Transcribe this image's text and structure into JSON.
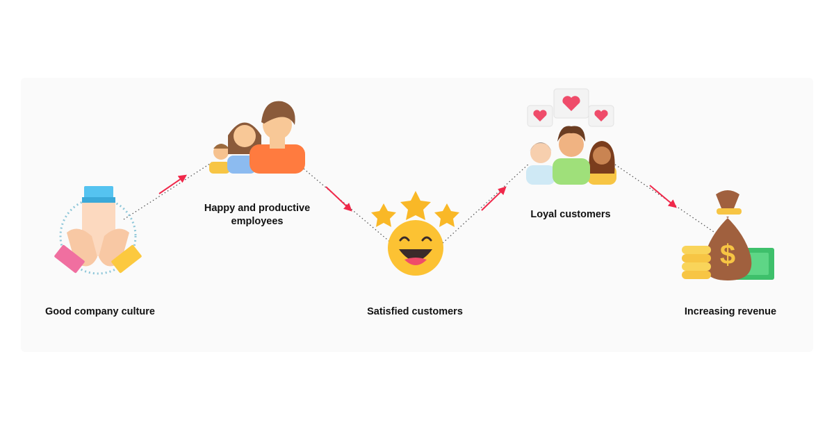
{
  "steps": [
    {
      "label": "Good company culture",
      "icon": "handshake-icon"
    },
    {
      "label": "Happy and productive\nemployees",
      "icon": "family-icon"
    },
    {
      "label": "Satisfied customers",
      "icon": "star-face-icon"
    },
    {
      "label": "Loyal customers",
      "icon": "customers-hearts-icon"
    },
    {
      "label": "Increasing revenue",
      "icon": "money-bag-icon"
    }
  ],
  "colors": {
    "arrow": "#f0284a",
    "dots": "#555555",
    "panel": "#fafafa"
  }
}
